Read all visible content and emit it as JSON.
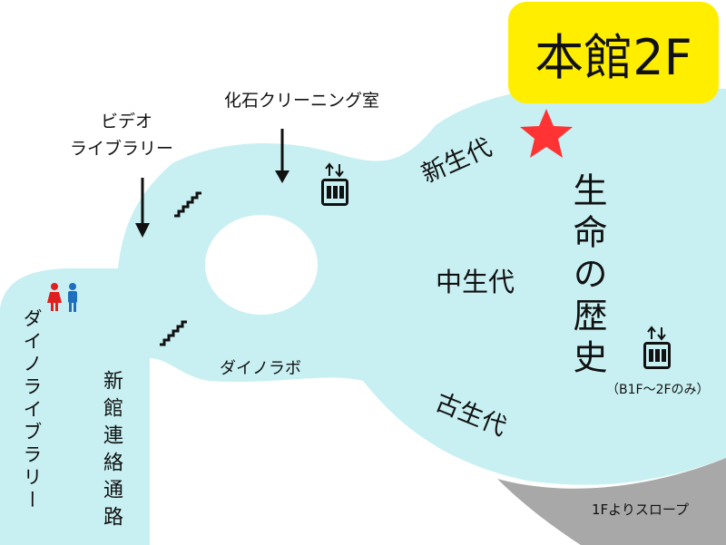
{
  "map": {
    "floor_label": "本館2F",
    "rooms": {
      "fossil_cleaning_room": "化石クリーニング室",
      "video_library": [
        "ビデオ",
        "ライブラリー"
      ],
      "dino_library": "ダイノライブラリー",
      "new_building_passage": "新館連絡通路",
      "dino_lab": "ダイノラボ"
    },
    "eras": {
      "cenozoic": "新生代",
      "mesozoic": "中生代",
      "paleozoic": "古生代"
    },
    "exhibit_title": "生命の歴史",
    "elevator_note": "（B1F〜2Fのみ）",
    "slope_label": "1Fよりスロープ",
    "colors": {
      "floor": "#c8f0f2",
      "badge": "#ffee00",
      "star": "#ff3333",
      "slope": "#a8a8a8",
      "female": "#e02020",
      "male": "#1e6fc0"
    },
    "icons": [
      "elevator-icon",
      "stairs-icon",
      "restroom-icon",
      "star-marker-icon",
      "arrow-down-icon"
    ]
  }
}
